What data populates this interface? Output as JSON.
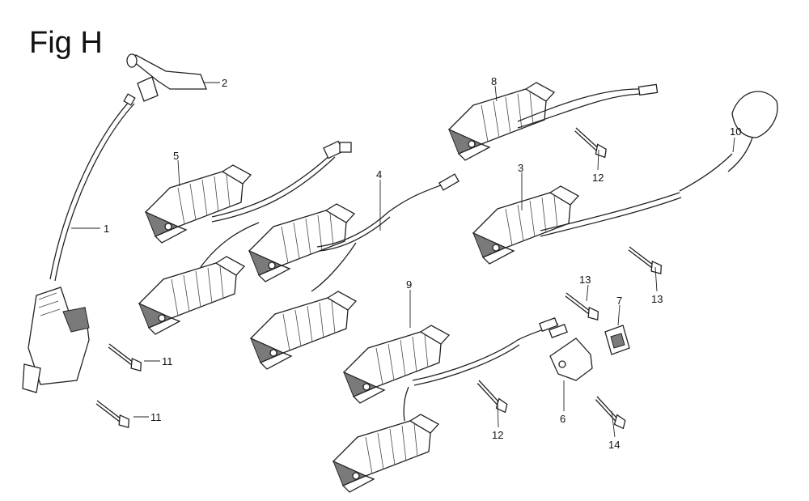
{
  "figure": {
    "title": "Fig H"
  },
  "callouts": [
    {
      "id": "c1",
      "text": "1"
    },
    {
      "id": "c2",
      "text": "2"
    },
    {
      "id": "c3",
      "text": "3"
    },
    {
      "id": "c4",
      "text": "4"
    },
    {
      "id": "c5",
      "text": "5"
    },
    {
      "id": "c6",
      "text": "6"
    },
    {
      "id": "c7",
      "text": "7"
    },
    {
      "id": "c8",
      "text": "8"
    },
    {
      "id": "c9",
      "text": "9"
    },
    {
      "id": "c10",
      "text": "10"
    },
    {
      "id": "c11a",
      "text": "11"
    },
    {
      "id": "c11b",
      "text": "11"
    },
    {
      "id": "c12a",
      "text": "12"
    },
    {
      "id": "c12b",
      "text": "12"
    },
    {
      "id": "c13a",
      "text": "13"
    },
    {
      "id": "c13b",
      "text": "13"
    },
    {
      "id": "c14",
      "text": "14"
    }
  ]
}
